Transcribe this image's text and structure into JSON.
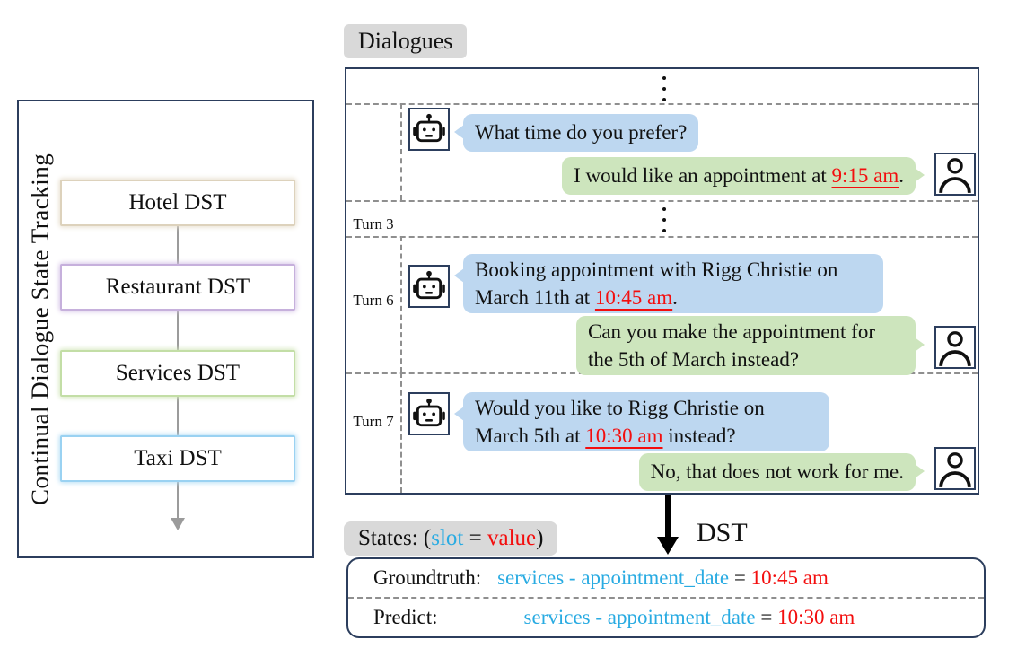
{
  "left_panel": {
    "title": "Continual Dialogue State Tracking",
    "tasks": [
      {
        "label": "Hotel DST"
      },
      {
        "label": "Restaurant DST"
      },
      {
        "label": "Services DST"
      },
      {
        "label": "Taxi DST"
      }
    ]
  },
  "dialogues": {
    "header": "Dialogues",
    "turns": [
      {
        "id": "Turn 3",
        "bot_pre": "What time do you prefer?",
        "bot_highlight": "",
        "bot_post": "",
        "user_pre": "I would like an appointment at ",
        "user_highlight": "9:15 am",
        "user_post": "."
      },
      {
        "id": "Turn 6",
        "bot_pre": "Booking appointment with Rigg Christie on March 11th at ",
        "bot_highlight": "10:45 am",
        "bot_post": ".",
        "user_pre": "Can you make the appointment for the 5th of March instead?",
        "user_highlight": "",
        "user_post": ""
      },
      {
        "id": "Turn 7",
        "bot_pre": "Would you like to Rigg Christie on March 5th at ",
        "bot_highlight": "10:30 am",
        "bot_post": " instead?",
        "user_pre": "No, that does not work for me.",
        "user_highlight": "",
        "user_post": ""
      }
    ]
  },
  "process": {
    "arrow_label": "DST"
  },
  "states_legend": {
    "prefix": "States: (",
    "slot": "slot",
    "equals": " = ",
    "value": "value",
    "suffix": ")"
  },
  "results": [
    {
      "label": "Groundtruth:",
      "slot": "services - appointment_date",
      "equals": " = ",
      "value": "10:45 am"
    },
    {
      "label": "Predict:",
      "slot": "services - appointment_date",
      "equals": " = ",
      "value": "10:30 am"
    }
  ],
  "icons": {
    "robot": "robot-icon",
    "person": "person-icon",
    "ellipsis": "vertical-ellipsis-icon"
  },
  "colors": {
    "border_navy": "#2c3e5d",
    "bot_bubble": "#bdd7f0",
    "user_bubble": "#cde5bd",
    "slot_blue": "#29abe2",
    "value_red": "#f30e0e",
    "label_gray": "#d9d9d9",
    "hotel_border": "#ddd2bc",
    "restaurant_border": "#c6b0dc",
    "services_border": "#c3dea6",
    "taxi_border": "#9ad2f2"
  }
}
